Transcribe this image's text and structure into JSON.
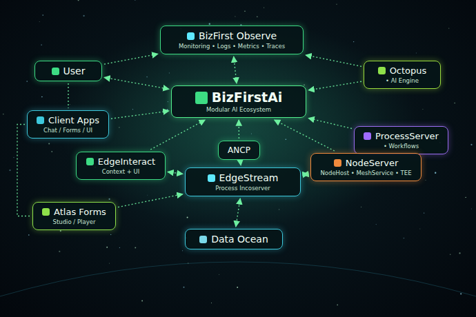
{
  "diagram": {
    "nodes": [
      {
        "text": [
          "BizFirst Observe",
          "Monitoring • Logs • Metrics • Traces"
        ]
      },
      {
        "text": [
          "User"
        ]
      },
      {
        "text": [
          "Octopus",
          "• AI Engine"
        ]
      },
      {
        "text": [
          "BizFirstAi",
          "Modular AI Ecosystem"
        ]
      },
      {
        "text": [
          "Client Apps",
          "Chat / Forms / UI"
        ]
      },
      {
        "text": [
          "ProcessServer",
          "• Workflows"
        ]
      },
      {
        "text": [
          "ANCP"
        ]
      },
      {
        "text": [
          "EdgeInteract",
          "Context + UI"
        ]
      },
      {
        "text": [
          "NodeServer",
          "NodeHost • MeshService • TEE"
        ]
      },
      {
        "text": [
          "EdgeStream",
          "Process Incoserver"
        ]
      },
      {
        "text": [
          "Atlas Forms",
          "Studio / Player"
        ]
      },
      {
        "text": [
          "Data Ocean"
        ]
      }
    ],
    "edges": [
      {
        "from": 0,
        "to": 3,
        "arrow": "both"
      },
      {
        "from": 1,
        "to": 0,
        "arrow": "to"
      },
      {
        "from": 1,
        "to": 3,
        "arrow": "both"
      },
      {
        "from": 2,
        "to": 0,
        "arrow": "to"
      },
      {
        "from": 2,
        "to": 3,
        "arrow": "to"
      },
      {
        "from": 1,
        "to": 4,
        "arrow": "none"
      },
      {
        "from": 4,
        "to": 3,
        "arrow": "to"
      },
      {
        "from": 5,
        "to": 3,
        "arrow": "to"
      },
      {
        "from": 7,
        "to": 3,
        "arrow": "to"
      },
      {
        "from": 8,
        "to": 3,
        "arrow": "to"
      },
      {
        "from": 6,
        "to": 3,
        "arrow": "to"
      },
      {
        "from": 6,
        "to": 9,
        "arrow": "to"
      },
      {
        "from": 7,
        "to": 9,
        "arrow": "both"
      },
      {
        "from": 8,
        "to": 9,
        "arrow": "both"
      },
      {
        "from": 10,
        "to": 9,
        "arrow": "to"
      },
      {
        "from": 4,
        "to": 10,
        "arrow": "none"
      },
      {
        "from": 9,
        "to": 11,
        "arrow": "both"
      }
    ]
  }
}
